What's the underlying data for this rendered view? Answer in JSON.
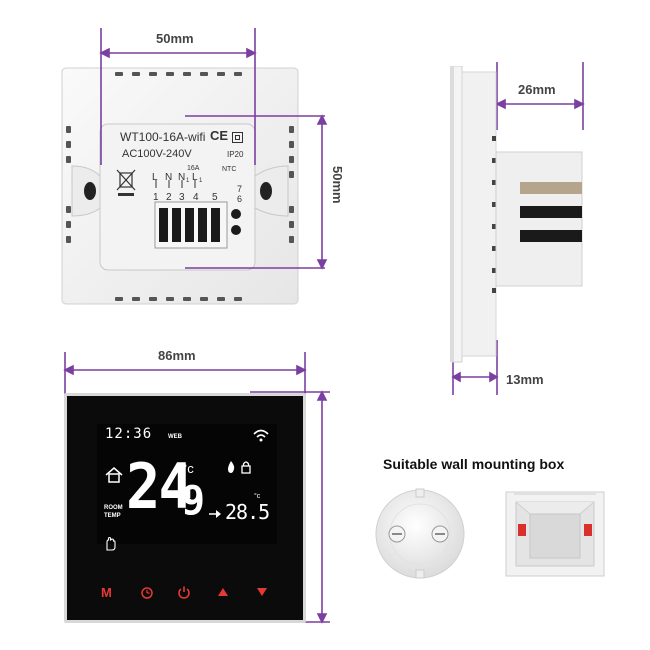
{
  "dimensions": {
    "back_width": "50mm",
    "back_height": "50mm",
    "side_depth": "26mm",
    "side_plate": "13mm",
    "front_width": "86mm"
  },
  "back_label": {
    "model": "WT100-16A-wifi",
    "voltage": "AC100V-240V",
    "ce": "CE",
    "ip": "IP20",
    "current": "16A",
    "ntc": "NTC",
    "terminal_letters": [
      "L",
      "N",
      "N",
      "L"
    ],
    "terminal_subs": [
      "",
      "",
      "1",
      "1"
    ],
    "terminal_numbers": [
      "1",
      "2",
      "3",
      "4",
      "5"
    ],
    "ntc_numbers": [
      "7",
      "6"
    ]
  },
  "display": {
    "clock": "12:36",
    "web": "WEB",
    "temp_main": "24",
    "temp_decimal": "9",
    "unit": "°c",
    "room_label_1": "ROOM",
    "room_label_2": "TEMP",
    "set_temp": "28.5",
    "set_unit": "°c"
  },
  "buttons": [
    "M",
    "clock",
    "power",
    "up",
    "down"
  ],
  "accent_color": "#e53935",
  "dimension_color": "#7a3fa0",
  "mounting": {
    "title": "Suitable wall mounting box"
  }
}
